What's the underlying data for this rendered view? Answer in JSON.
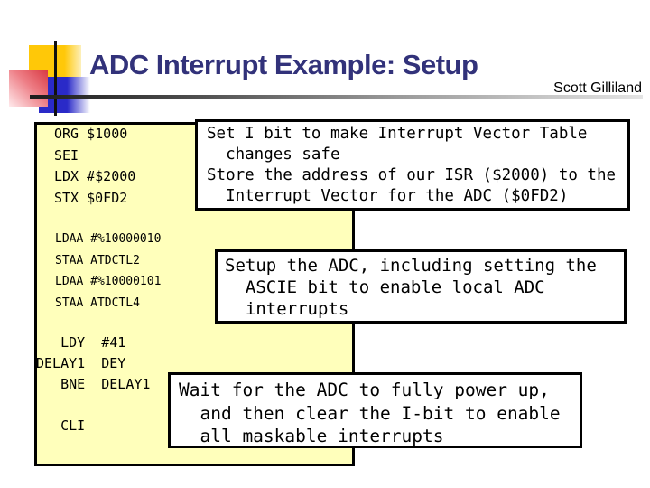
{
  "slide": {
    "title": "ADC Interrupt Example: Setup",
    "author": "Scott Gilliland"
  },
  "colors": {
    "title_text": "#32327a",
    "code_panel_bg": "#ffffbb",
    "panel_border": "#000000",
    "callout_bg": "#ffffff",
    "logo_yellow": "#ffc808",
    "logo_blue": "#2a2ac8",
    "logo_red": "#d93a43",
    "rule_gradient_start": "#1c1c1c",
    "rule_gradient_end": "#e4e4e4"
  },
  "code": {
    "blocks": [
      {
        "lines": [
          "ORG $1000",
          "SEI",
          "LDX #$2000",
          "STX $0FD2"
        ]
      },
      {
        "lines": [
          "LDAA #%10000010",
          "STAA ATDCTL2",
          "LDAA #%10000101",
          "STAA ATDCTL4"
        ]
      },
      {
        "lines": [
          "   LDY  #41",
          "DELAY1  DEY",
          "   BNE  DELAY1",
          "",
          "   CLI"
        ]
      }
    ]
  },
  "callouts": [
    {
      "lines": [
        "Set I bit to make Interrupt Vector Table",
        "  changes safe",
        "Store the address of our ISR ($2000) to the",
        "  Interrupt Vector for the ADC ($0FD2)"
      ]
    },
    {
      "lines": [
        "Setup the ADC, including setting the",
        "  ASCIE bit to enable local ADC",
        "  interrupts"
      ]
    },
    {
      "lines": [
        "Wait for the ADC to fully power up,",
        "  and then clear the I-bit to enable",
        "  all maskable interrupts"
      ]
    }
  ]
}
